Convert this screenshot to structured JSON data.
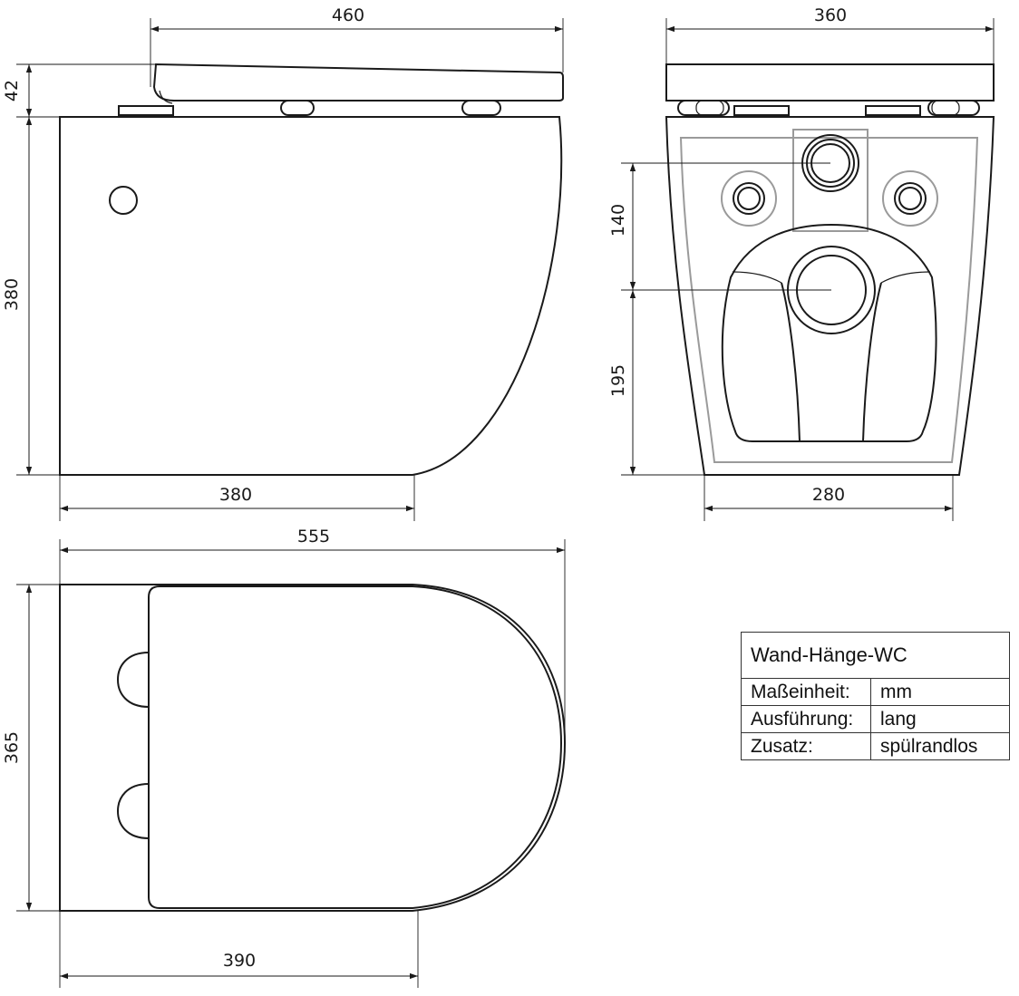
{
  "dimensions": {
    "side_total_length": "460",
    "side_seat_height": "42",
    "side_body_height": "380",
    "side_bottom_length": "380",
    "rear_width": "360",
    "rear_upper_spacing": "140",
    "rear_lower_height": "195",
    "rear_bottom_width": "280",
    "top_total_length": "555",
    "top_width": "365",
    "top_bottom_length": "390"
  },
  "spec_table": {
    "title": "Wand-Hänge-WC",
    "rows": [
      {
        "label": "Maßeinheit:",
        "value": "mm"
      },
      {
        "label": "Ausführung:",
        "value": "lang"
      },
      {
        "label": "Zusatz:",
        "value": "spülrandlos"
      }
    ]
  },
  "colors": {
    "line": "#1a1a1a",
    "hidden_line": "#9a9a9a",
    "background": "#ffffff"
  }
}
